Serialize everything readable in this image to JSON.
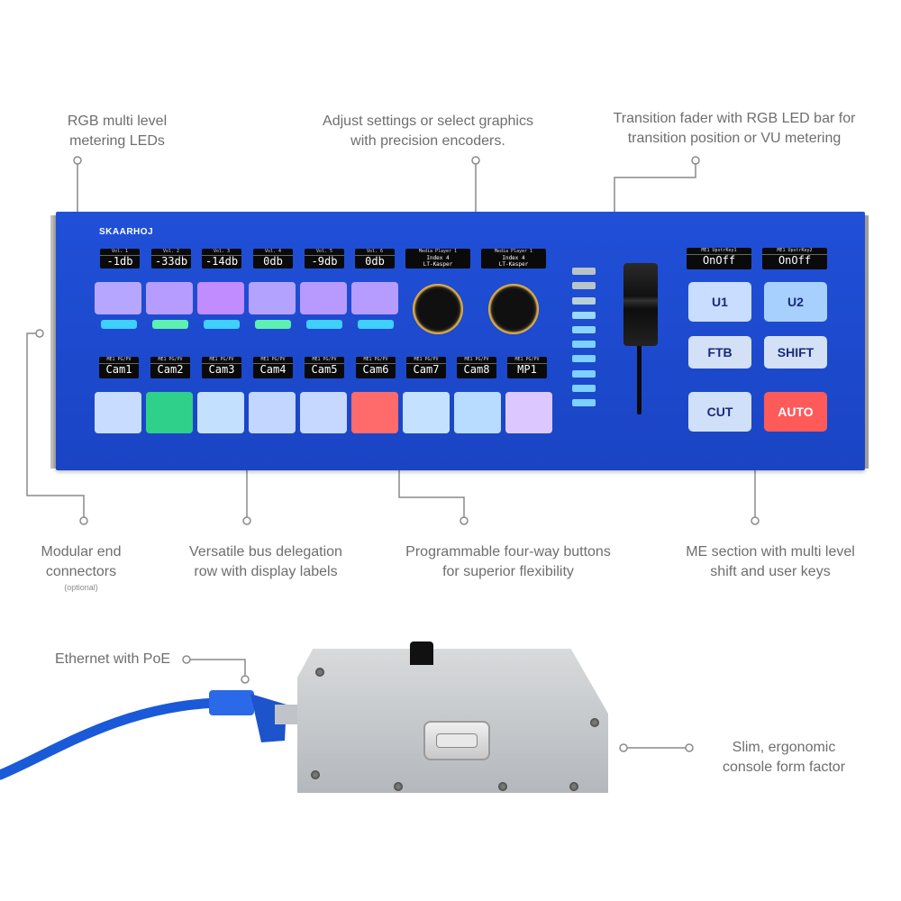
{
  "captions": {
    "rgb_metering": [
      "RGB multi level",
      "metering LEDs"
    ],
    "encoders": [
      "Adjust settings or select graphics",
      "with precision encoders."
    ],
    "fader": [
      "Transition fader with RGB LED bar for",
      "transition position or VU metering"
    ],
    "modular": [
      "Modular end",
      "connectors"
    ],
    "modular_note": "(optional)",
    "bus": [
      "Versatile bus delegation",
      "row with display labels"
    ],
    "fourway": [
      "Programmable four-way buttons",
      "for superior flexibility"
    ],
    "me": [
      "ME section with multi level",
      "shift and user keys"
    ],
    "ethernet": "Ethernet with PoE",
    "slim": [
      "Slim, ergonomic",
      "console form factor"
    ]
  },
  "console": {
    "brand": "SKAARHOJ",
    "vol_displays": [
      {
        "title": "Vol. 1",
        "value": "-1db"
      },
      {
        "title": "Vol. 2",
        "value": "-33db"
      },
      {
        "title": "Vol. 3",
        "value": "-14db"
      },
      {
        "title": "Vol. 4",
        "value": "0db"
      },
      {
        "title": "Vol. 5",
        "value": "-9db"
      },
      {
        "title": "Vol. 6",
        "value": "0db"
      }
    ],
    "media_displays": [
      {
        "title": "Media Player 1",
        "line1": "Index 4",
        "line2": "LT-Kasper"
      },
      {
        "title": "Media Player 1",
        "line1": "Index 4",
        "line2": "LT-Kasper"
      }
    ],
    "bus_displays": [
      {
        "title": "ME1 PG/PV",
        "value": "Cam1"
      },
      {
        "title": "ME1 PG/PV",
        "value": "Cam2"
      },
      {
        "title": "ME1 PG/PV",
        "value": "Cam3"
      },
      {
        "title": "ME1 PG/PV",
        "value": "Cam4"
      },
      {
        "title": "ME1 PG/PV",
        "value": "Cam5"
      },
      {
        "title": "ME1 PG/PV",
        "value": "Cam6"
      },
      {
        "title": "ME1 PG/PV",
        "value": "Cam7"
      },
      {
        "title": "ME1 PG/PV",
        "value": "Cam8"
      },
      {
        "title": "ME1 PG/PV",
        "value": "MP1"
      }
    ],
    "key_displays": [
      {
        "title": "ME1 UpstrKey1",
        "value": "OnOff"
      },
      {
        "title": "ME1 UpstrKey2",
        "value": "OnOff"
      }
    ],
    "me_buttons": {
      "u1": "U1",
      "u2": "U2",
      "ftb": "FTB",
      "shift": "SHIFT",
      "cut": "CUT",
      "auto": "AUTO"
    },
    "colors": {
      "panel": "#1f4ad2",
      "program": "#2fd08a",
      "preview": "#ff6a6a",
      "auto": "#ff5a5a"
    }
  }
}
